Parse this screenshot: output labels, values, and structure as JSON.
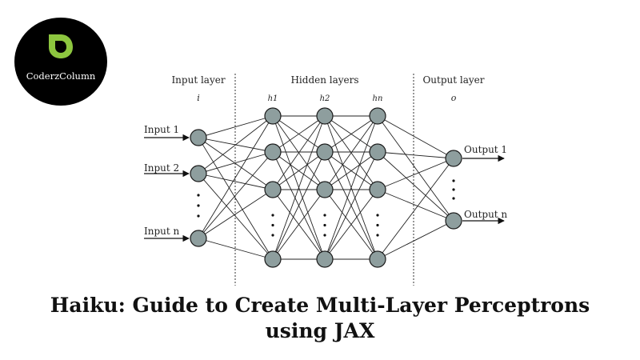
{
  "brand": {
    "name": "CoderzColumn",
    "logo_icon": "leaf-icon",
    "logo_bg": "#000000",
    "logo_accent": "#8dc63f"
  },
  "diagram": {
    "node_fill": "#8e9e9e",
    "header_input": "Input layer",
    "header_hidden": "Hidden layers",
    "header_output": "Output layer",
    "sym_input": "i",
    "sym_output": "o",
    "hidden_sym": [
      "h1",
      "h2",
      "hn"
    ],
    "input_labels": [
      "Input 1",
      "Input 2",
      "Input n"
    ],
    "output_labels": [
      "Output 1",
      "Output n"
    ]
  },
  "title": {
    "line1": "Haiku: Guide to Create Multi-Layer Perceptrons",
    "line2": "using JAX"
  }
}
